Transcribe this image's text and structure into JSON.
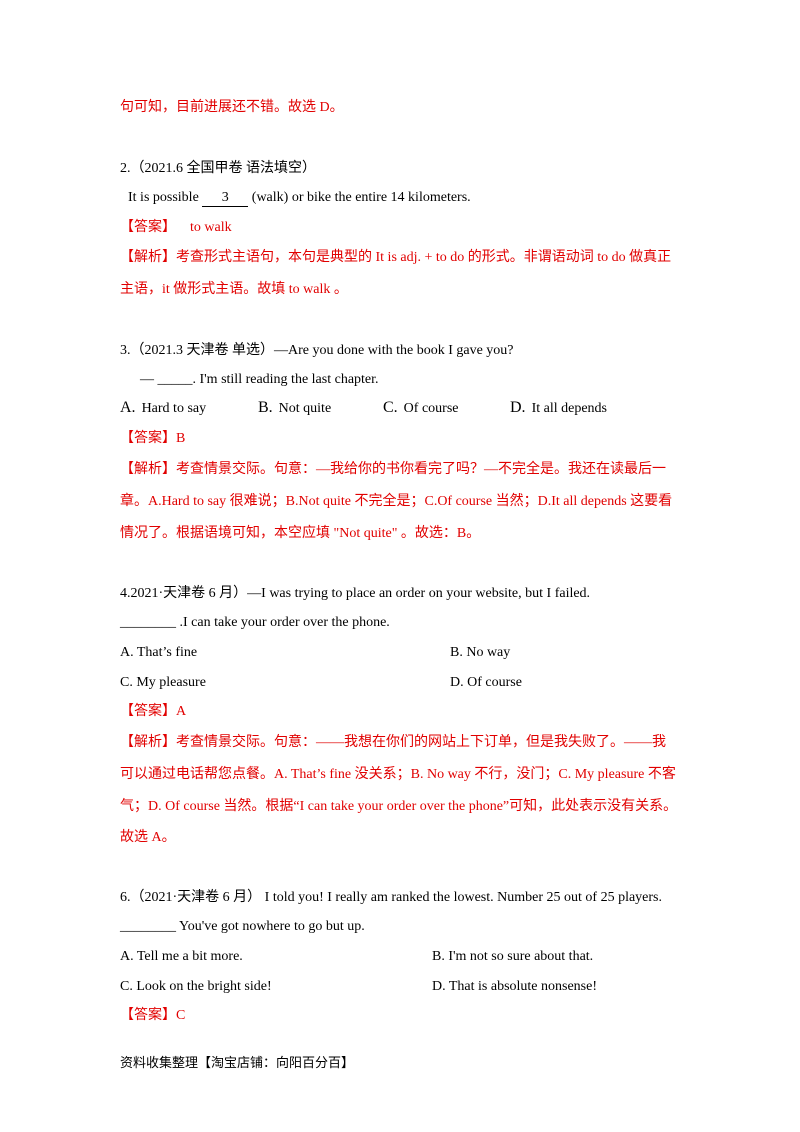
{
  "intro_tail": "句可知，目前进展还不错。故选 D。",
  "q2": {
    "header": "2.（2021.6 全国甲卷  语法填空）",
    "stem_before": "It is possible ",
    "blank_label": "3",
    "stem_after": " (walk) or bike the entire 14 kilometers.",
    "answer_label": "【答案】",
    "answer_value": "to walk",
    "analysis_line1": "【解析】考查形式主语句，本句是典型的 It is adj. + to do 的形式。非谓语动词 to do 做真正",
    "analysis_line2": "主语，it 做形式主语。故填  to walk  。"
  },
  "q3": {
    "header": "3.（2021.3  天津卷  单选）—Are you done with the book I gave you?",
    "dialog": "— _____. I'm still reading the last chapter.",
    "options": [
      {
        "label": "A.",
        "text": "Hard to say"
      },
      {
        "label": "B.",
        "text": "Not quite"
      },
      {
        "label": "C.",
        "text": "Of course"
      },
      {
        "label": "D.",
        "text": "It all depends"
      }
    ],
    "answer": "【答案】B",
    "analysis_line1": "【解析】考查情景交际。句意：—我给你的书你看完了吗？—不完全是。我还在读最后一",
    "analysis_line2": "章。A.Hard to say 很难说；B.Not quite 不完全是；C.Of course 当然；D.It all depends 这要看",
    "analysis_line3": "情况了。根据语境可知，本空应填 \"Not quite\" 。故选：B。"
  },
  "q4": {
    "header": "4.2021·天津卷 6 月）—I was trying to place an order on your website, but I failed.",
    "dialog": "________ .I can take your order over the phone.",
    "opt_a": "A. That’s fine",
    "opt_b": "B. No way",
    "opt_c": "C. My pleasure",
    "opt_d": "D. Of course",
    "answer": "【答案】A",
    "analysis_line1": "【解析】考查情景交际。句意：——我想在你们的网站上下订单，但是我失败了。——我",
    "analysis_line2": "可以通过电话帮您点餐。A. That’s fine 没关系；B. No way 不行，没门；C. My pleasure 不客",
    "analysis_line3": "气；D. Of course 当然。根据“I can take your order over the phone”可知，此处表示没有关系。",
    "analysis_line4": "故选 A。"
  },
  "q6": {
    "header": "6.（2021·天津卷 6 月）   I told you! I really am ranked the lowest. Number 25 out of 25 players.",
    "dialog": "________ You've got nowhere to go but up.",
    "opt_a": "A. Tell me a bit more.",
    "opt_b": "B. I'm not so sure about that.",
    "opt_c": "C. Look on the bright side!",
    "opt_d": "D. That is absolute nonsense!",
    "answer": "【答案】C"
  },
  "footer": "资料收集整理【淘宝店铺：向阳百分百】"
}
